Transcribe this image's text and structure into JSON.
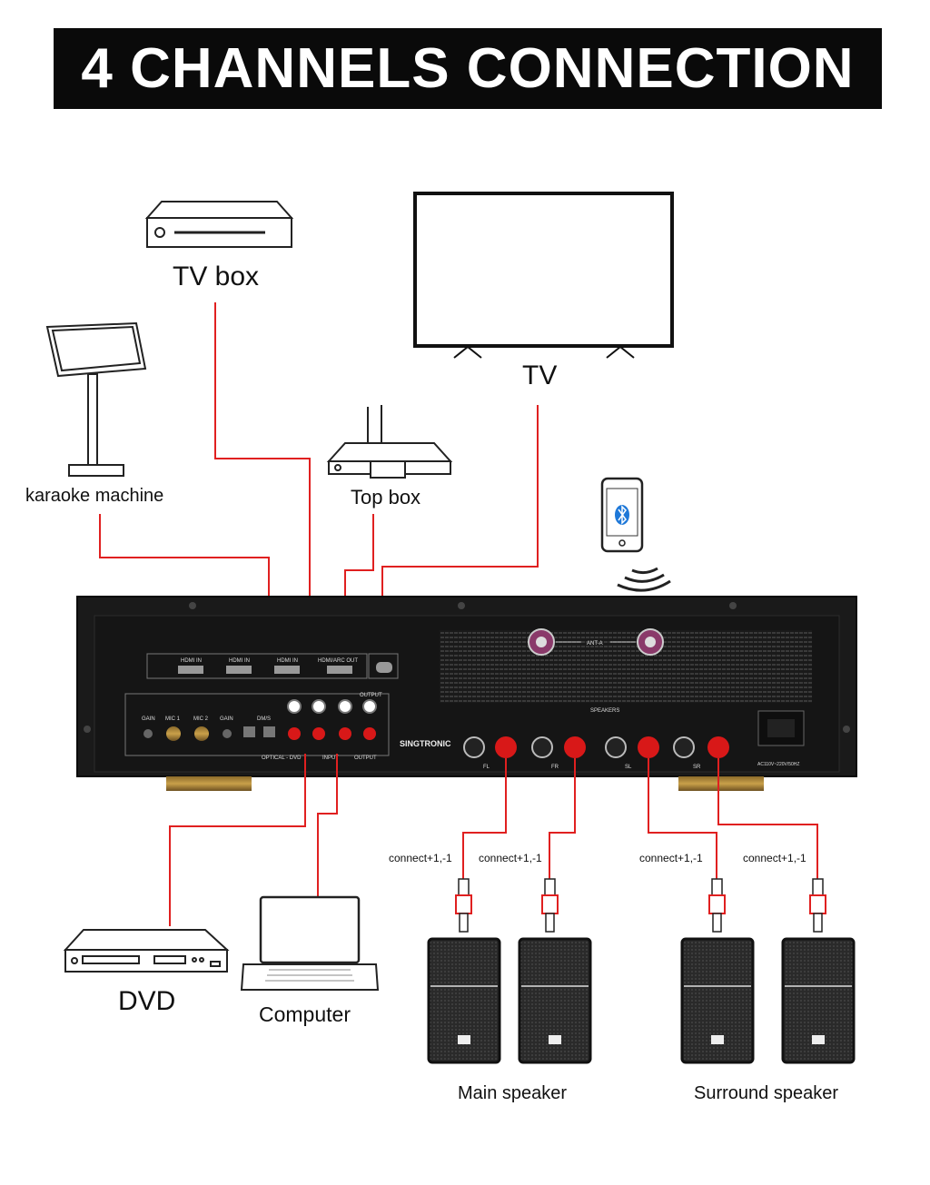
{
  "title": "4 CHANNELS CONNECTION",
  "devices": {
    "tv_box": "TV box",
    "tv": "TV",
    "karaoke": "karaoke machine",
    "top_box": "Top box",
    "dvd": "DVD",
    "computer": "Computer"
  },
  "amplifier": {
    "brand": "SINGTRONIC",
    "ports": {
      "hdmi1": "HDMI IN",
      "hdmi2": "HDMI IN",
      "hdmi3": "HDMI IN",
      "hdmi_out": "HDMI/ARC OUT",
      "gain_left": "GAIN",
      "mic1": "MIC 1",
      "mic2": "MIC 2",
      "gain_right": "GAIN",
      "dm": "DM/S",
      "ant": "ANT-A",
      "speakers": "SPEAKERS",
      "output_top": "OUTPUT",
      "optical": "OPTICAL - DVD",
      "input": "INPUT",
      "output": "OUTPUT",
      "fl": "FL",
      "fr": "FR",
      "sl": "SL",
      "sr": "SR",
      "ac": "AC110V~220V/50HZ"
    }
  },
  "connectors": {
    "c1": "connect+1,-1",
    "c2": "connect+1,-1",
    "c3": "connect+1,-1",
    "c4": "connect+1,-1"
  },
  "speakers": {
    "main": "Main speaker",
    "surround": "Surround speaker"
  },
  "colors": {
    "wire": "#e02020",
    "ink": "#111111",
    "panel": "#1a1a1a",
    "terminal_red": "#d81818",
    "bluetooth": "#1e78d8"
  }
}
